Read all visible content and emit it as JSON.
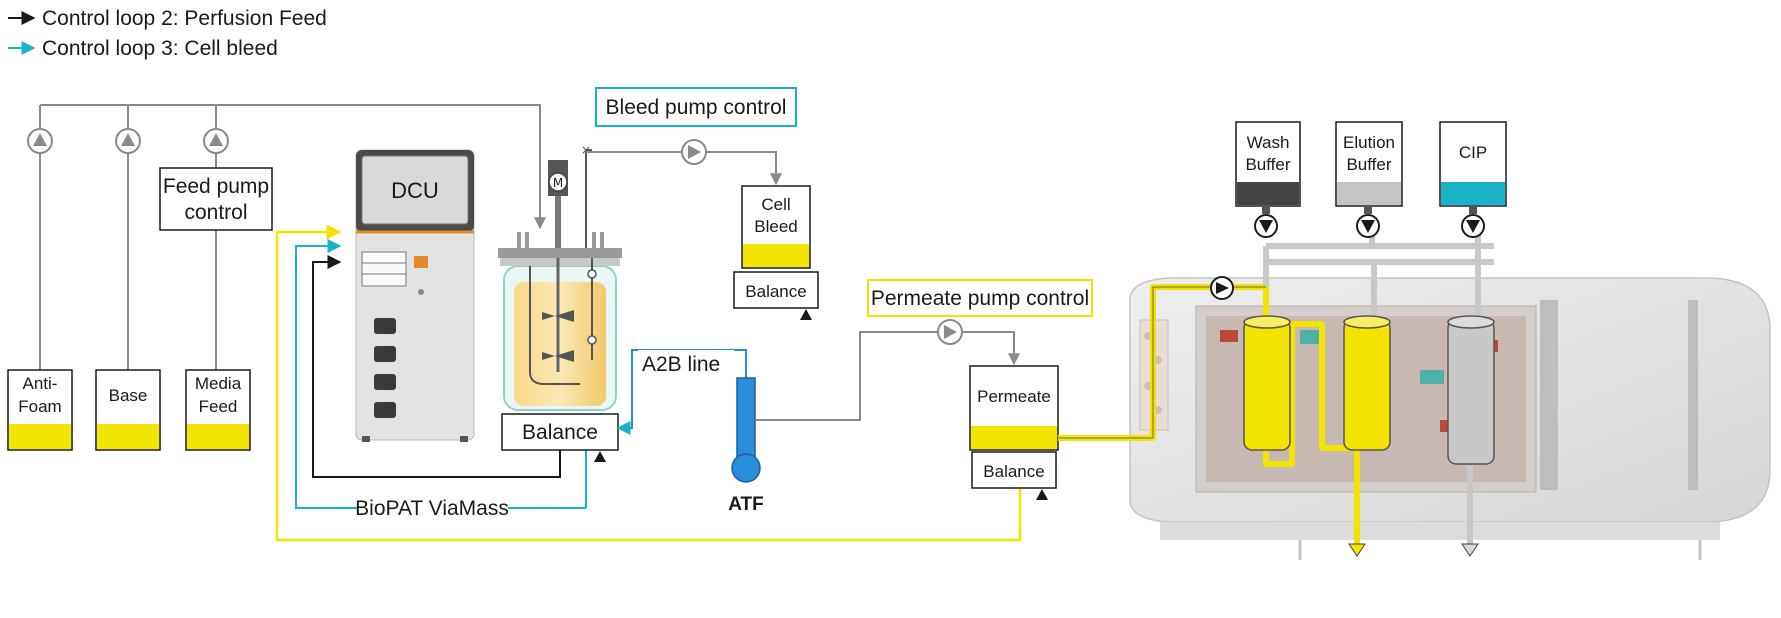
{
  "legend": {
    "perfusion": "Control loop 2: Perfusion Feed",
    "bleed": "Control loop 3: Cell bleed"
  },
  "colors": {
    "perfusion_arrow": "#1a1a1a",
    "bleed_arrow": "#19b3c8",
    "feed_line": "#f2e300",
    "grey_line": "#8a8a8a",
    "atf_blue": "#2a8fd8",
    "permeate_box_border": "#f2e300",
    "bleed_box_border": "#19b3c8"
  },
  "controls": {
    "feed_pump_line1": "Feed pump",
    "feed_pump_line2": "control",
    "bleed_pump": "Bleed pump control",
    "permeate_pump": "Permeate pump control"
  },
  "bottles": {
    "antifoam_line1": "Anti-",
    "antifoam_line2": "Foam",
    "base": "Base",
    "media_line1": "Media",
    "media_line2": "Feed"
  },
  "dcu": {
    "label": "DCU",
    "motor": "M"
  },
  "reactor": {
    "balance": "Balance"
  },
  "cell_bleed": {
    "line1": "Cell",
    "line2": "Bleed",
    "balance": "Balance"
  },
  "atf": {
    "a2b": "A2B line",
    "label": "ATF"
  },
  "permeate": {
    "label": "Permeate",
    "balance": "Balance"
  },
  "buffers": {
    "wash_line1": "Wash",
    "wash_line2": "Buffer",
    "elution_line1": "Elution",
    "elution_line2": "Buffer",
    "cip": "CIP"
  },
  "viamass": "BioPAT ViaMass"
}
